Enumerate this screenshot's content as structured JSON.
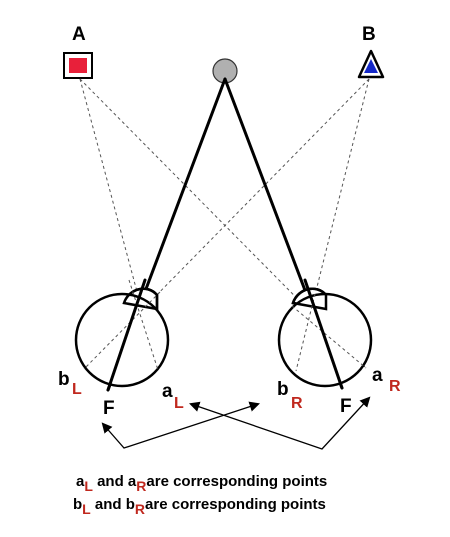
{
  "labels": {
    "point_a": "A",
    "point_b": "B",
    "fovea": "F",
    "b_base": "b",
    "a_base": "a",
    "left_sub": "L",
    "right_sub": "R"
  },
  "caption": {
    "line1": {
      "base1": "a",
      "sub1": "L",
      "mid": " and a",
      "sub2": "R",
      "tail": "are corresponding points"
    },
    "line2": {
      "base1": "b",
      "sub1": "L",
      "mid": " and b",
      "sub2": "R",
      "tail": "are corresponding points"
    }
  },
  "colors": {
    "square_fill": "#e8203a",
    "triangle_fill": "#1428c8",
    "fixation_fill": "#b0b0b0",
    "subscript": "#c0281e",
    "ink": "#000000"
  }
}
